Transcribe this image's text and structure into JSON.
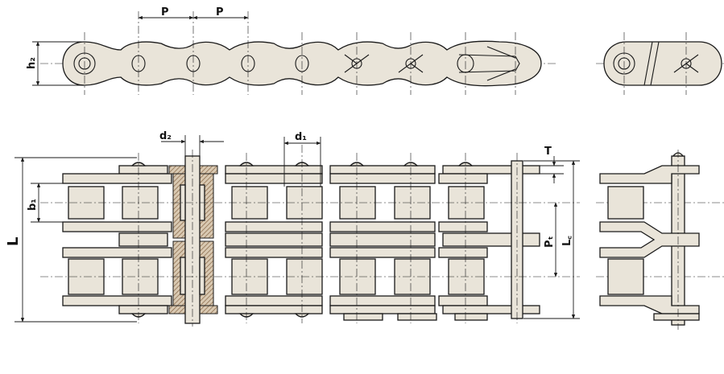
{
  "labels": {
    "pitch_1": "P",
    "pitch_2": "P",
    "plate_height": "h₂",
    "pin_diameter": "d₂",
    "roller_diameter": "d₁",
    "plate_thickness": "T",
    "inner_width": "b₁",
    "overall_length": "L",
    "transverse_pitch": "Pₜ",
    "length_connecting": "L꜀"
  },
  "colors": {
    "part_fill": "#e9e4d9",
    "line": "#1a1a1a",
    "hatch": "#8a6a4a"
  }
}
